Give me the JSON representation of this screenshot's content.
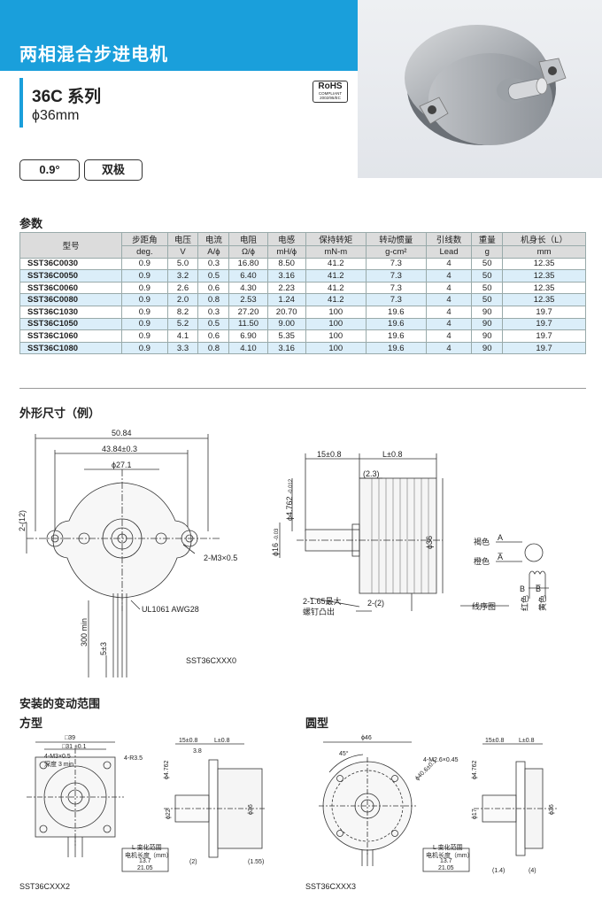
{
  "header": {
    "title": "两相混合步进电机"
  },
  "series": {
    "title": "36C 系列",
    "diameter": "ϕ36mm"
  },
  "rohs": {
    "main": "RoHS",
    "sub1": "COMPLIANT",
    "sub2": "2002/95/EC"
  },
  "tags": {
    "step": "0.9°",
    "polarity": "双极"
  },
  "params": {
    "section_title": "参数",
    "header_top": [
      "型号",
      "步距角",
      "电压",
      "电流",
      "电阻",
      "电感",
      "保持转矩",
      "转动惯量",
      "引线数",
      "重量",
      "机身长（L）"
    ],
    "header_units": [
      "deg.",
      "V",
      "A/ϕ",
      "Ω/ϕ",
      "mH/ϕ",
      "mN-m",
      "g-cm²",
      "Lead",
      "g",
      "mm"
    ],
    "rows": [
      [
        "SST36C0030",
        "0.9",
        "5.0",
        "0.3",
        "16.80",
        "8.50",
        "41.2",
        "7.3",
        "4",
        "50",
        "12.35"
      ],
      [
        "SST36C0050",
        "0.9",
        "3.2",
        "0.5",
        "6.40",
        "3.16",
        "41.2",
        "7.3",
        "4",
        "50",
        "12.35"
      ],
      [
        "SST36C0060",
        "0.9",
        "2.6",
        "0.6",
        "4.30",
        "2.23",
        "41.2",
        "7.3",
        "4",
        "50",
        "12.35"
      ],
      [
        "SST36C0080",
        "0.9",
        "2.0",
        "0.8",
        "2.53",
        "1.24",
        "41.2",
        "7.3",
        "4",
        "50",
        "12.35"
      ],
      [
        "SST36C1030",
        "0.9",
        "8.2",
        "0.3",
        "27.20",
        "20.70",
        "100",
        "19.6",
        "4",
        "90",
        "19.7"
      ],
      [
        "SST36C1050",
        "0.9",
        "5.2",
        "0.5",
        "11.50",
        "9.00",
        "100",
        "19.6",
        "4",
        "90",
        "19.7"
      ],
      [
        "SST36C1060",
        "0.9",
        "4.1",
        "0.6",
        "6.90",
        "5.35",
        "100",
        "19.6",
        "4",
        "90",
        "19.7"
      ],
      [
        "SST36C1080",
        "0.9",
        "3.3",
        "0.8",
        "4.10",
        "3.16",
        "100",
        "19.6",
        "4",
        "90",
        "19.7"
      ]
    ]
  },
  "outline": {
    "section_title": "外形尺寸（例）",
    "front": {
      "d1": "50.84",
      "d2": "43.84±0.3",
      "d3": "ϕ27.1",
      "d4": "2-(12)",
      "holes": "2-M3×0.5",
      "wire": "UL1061 AWG28",
      "len1": "300 min",
      "len2": "5±3",
      "model": "SST36CXXX0"
    },
    "side": {
      "d1": "15±0.8",
      "d2": "L±0.8",
      "d3": "(2.3)",
      "d4": "ϕ4.762",
      "tol4": "-0.012",
      "d5": "ϕ16",
      "tol5": "-0.03",
      "d6": "ϕ36",
      "d7": "2-1.65最大",
      "d7b": "螺钉凸出",
      "d8": "2-(2)"
    },
    "wiring": {
      "c1": "褐色",
      "c2": "橙色",
      "a1": "A",
      "a2": "A̅",
      "b1": "B",
      "b2": "B̅",
      "c3": "红色",
      "c4": "黄色",
      "caption": "线序图"
    }
  },
  "install": {
    "section_title": "安装的变动范围",
    "square": {
      "title": "方型",
      "d1": "□39",
      "d2": "□31 ±0.1",
      "d3": "4-M3×0.5",
      "d3b": "深度 3 min",
      "d4": "4-R3.5",
      "d5": "15±0.8",
      "d6": "L±0.8",
      "d7": "3.8",
      "d8": "ϕ4.762",
      "d9": "ϕ22",
      "d10": "ϕ36",
      "d11": "(2)",
      "d12": "(1.55)",
      "tbl_title": "L 变化范围",
      "tbl_head": "电机长度（mm）",
      "tbl_v1": "13.7",
      "tbl_v2": "21.05",
      "model": "SST36CXXX2"
    },
    "round": {
      "title": "圆型",
      "d1": "ϕ46",
      "d2": "45°",
      "d3": "4-M2.6×0.45",
      "d4": "ϕ40.6±0.1",
      "d5": "15±0.8",
      "d6": "L±0.8",
      "d7": "ϕ4.762",
      "d8": "ϕ17",
      "d9": "ϕ36",
      "d10": "(1.4)",
      "d11": "(4)",
      "tbl_title": "L 变化范围",
      "tbl_head": "电机长度（mm）",
      "tbl_v1": "13.7",
      "tbl_v2": "21.05",
      "model": "SST36CXXX3"
    }
  }
}
